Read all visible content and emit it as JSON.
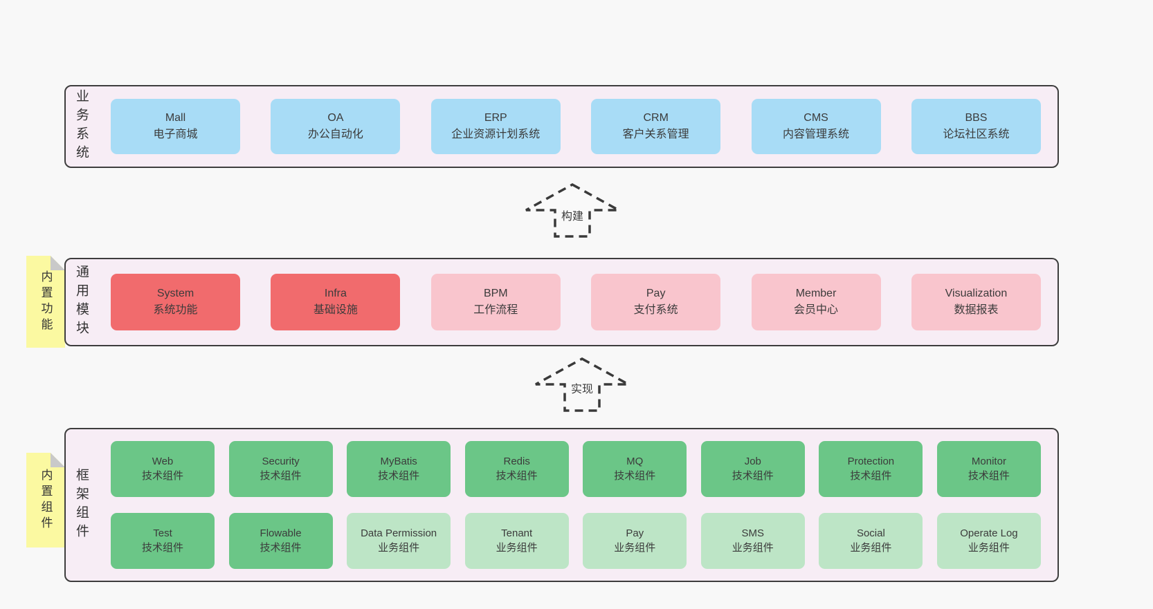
{
  "colors": {
    "page_bg": "#f8f8f8",
    "band_bg": "#f7edf5",
    "band_border": "#3d3d3d",
    "blue": "#a8dcf6",
    "red": "#f16b6d",
    "pink": "#f9c5cd",
    "green": "#6bc687",
    "green_light": "#bde5c6",
    "sticky_yellow": "#fbf9a1",
    "fold_gray": "#c9c9c9",
    "text": "#3b3b3b"
  },
  "bands": [
    {
      "label": "业务系统",
      "boxes": [
        {
          "title": "Mall",
          "subtitle": "电子商城",
          "variant": "blue"
        },
        {
          "title": "OA",
          "subtitle": "办公自动化",
          "variant": "blue"
        },
        {
          "title": "ERP",
          "subtitle": "企业资源计划系统",
          "variant": "blue"
        },
        {
          "title": "CRM",
          "subtitle": "客户关系管理",
          "variant": "blue"
        },
        {
          "title": "CMS",
          "subtitle": "内容管理系统",
          "variant": "blue"
        },
        {
          "title": "BBS",
          "subtitle": "论坛社区系统",
          "variant": "blue"
        }
      ]
    },
    {
      "label": "通用模块",
      "boxes": [
        {
          "title": "System",
          "subtitle": "系统功能",
          "variant": "red"
        },
        {
          "title": "Infra",
          "subtitle": "基础设施",
          "variant": "red"
        },
        {
          "title": "BPM",
          "subtitle": "工作流程",
          "variant": "pink"
        },
        {
          "title": "Pay",
          "subtitle": "支付系统",
          "variant": "pink"
        },
        {
          "title": "Member",
          "subtitle": "会员中心",
          "variant": "pink"
        },
        {
          "title": "Visualization",
          "subtitle": "数据报表",
          "variant": "pink"
        }
      ]
    },
    {
      "label": "框架组件",
      "rows": [
        [
          {
            "title": "Web",
            "subtitle": "技术组件",
            "variant": "green"
          },
          {
            "title": "Security",
            "subtitle": "技术组件",
            "variant": "green"
          },
          {
            "title": "MyBatis",
            "subtitle": "技术组件",
            "variant": "green"
          },
          {
            "title": "Redis",
            "subtitle": "技术组件",
            "variant": "green"
          },
          {
            "title": "MQ",
            "subtitle": "技术组件",
            "variant": "green"
          },
          {
            "title": "Job",
            "subtitle": "技术组件",
            "variant": "green"
          },
          {
            "title": "Protection",
            "subtitle": "技术组件",
            "variant": "green"
          },
          {
            "title": "Monitor",
            "subtitle": "技术组件",
            "variant": "green"
          }
        ],
        [
          {
            "title": "Test",
            "subtitle": "技术组件",
            "variant": "green"
          },
          {
            "title": "Flowable",
            "subtitle": "技术组件",
            "variant": "green"
          },
          {
            "title": "Data Permission",
            "subtitle": "业务组件",
            "variant": "green-light"
          },
          {
            "title": "Tenant",
            "subtitle": "业务组件",
            "variant": "green-light"
          },
          {
            "title": "Pay",
            "subtitle": "业务组件",
            "variant": "green-light"
          },
          {
            "title": "SMS",
            "subtitle": "业务组件",
            "variant": "green-light"
          },
          {
            "title": "Social",
            "subtitle": "业务组件",
            "variant": "green-light"
          },
          {
            "title": "Operate Log",
            "subtitle": "业务组件",
            "variant": "green-light"
          }
        ]
      ]
    }
  ],
  "arrows": [
    {
      "label": "构建"
    },
    {
      "label": "实现"
    }
  ],
  "stickies": [
    {
      "label": "内置功能"
    },
    {
      "label": "内置组件"
    }
  ]
}
